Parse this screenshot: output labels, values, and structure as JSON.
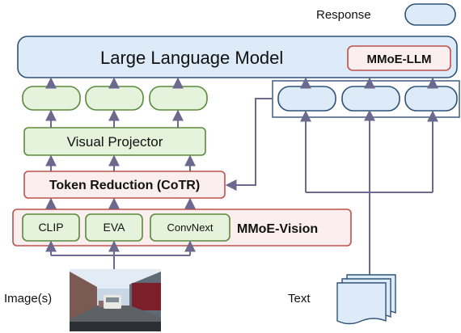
{
  "response_label": "Response",
  "llm": {
    "title": "Large Language Model",
    "badge": "MMoE-LLM"
  },
  "projector": {
    "label": "Visual Projector"
  },
  "token_reduction": {
    "label": "Token Reduction (CoTR)"
  },
  "vision": {
    "encoders": [
      "CLIP",
      "EVA",
      "ConvNext"
    ],
    "badge": "MMoE-Vision"
  },
  "inputs": {
    "image_label": "Image(s)",
    "text_label": "Text"
  },
  "colors": {
    "llm_fill": "#ddeaf7",
    "llm_stroke": "#2f5278",
    "green_fill": "#e6f3dc",
    "green_stroke": "#5a8a3a",
    "pink_fill": "#fbeeee",
    "pink_stroke": "#c0504d",
    "arrow": "#6b6a8e"
  }
}
